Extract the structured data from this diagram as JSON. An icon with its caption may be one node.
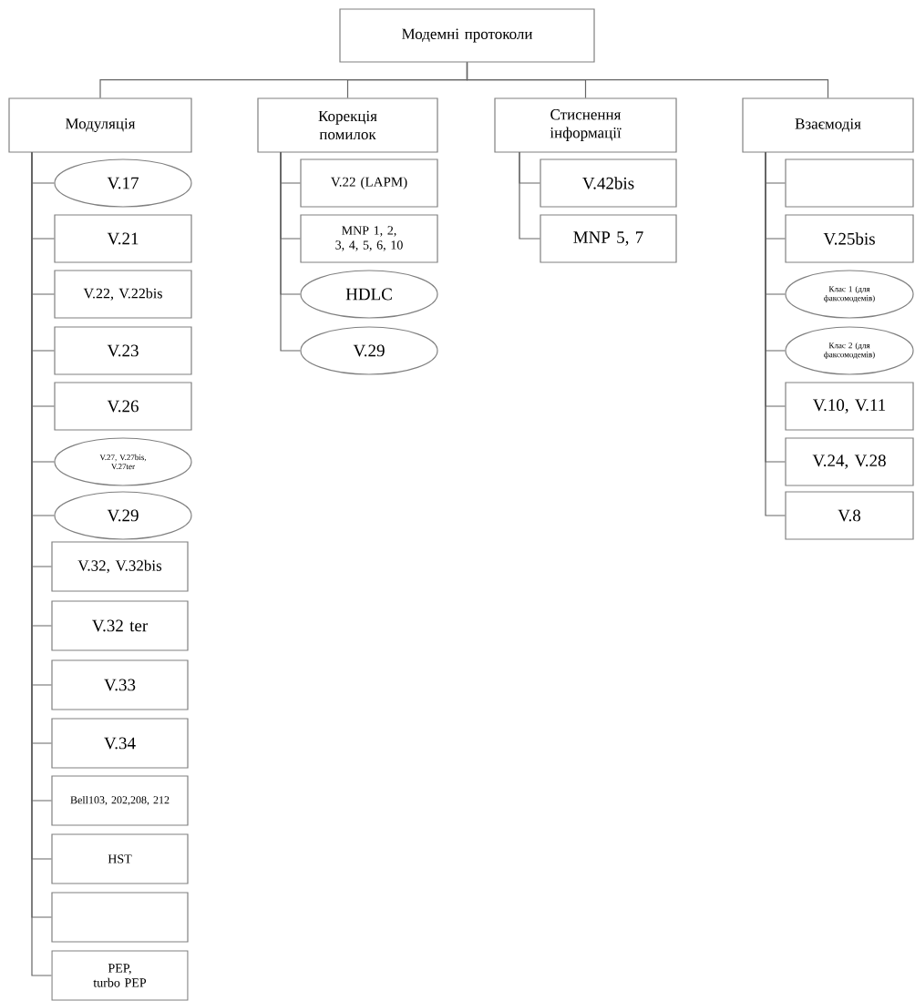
{
  "diagram": {
    "nodes": [
      {
        "text": [
          "Модемні протоколи"
        ]
      },
      {
        "text": [
          "Модуляція"
        ]
      },
      {
        "text": [
          "Корекція помилок"
        ]
      },
      {
        "text": [
          "Стиснення інформації"
        ]
      },
      {
        "text": [
          "Взаємодія"
        ]
      },
      {
        "text": [
          "V.17"
        ]
      },
      {
        "text": [
          "V.21"
        ]
      },
      {
        "text": [
          "V.22, V.22bis"
        ]
      },
      {
        "text": [
          "V.23"
        ]
      },
      {
        "text": [
          "V.26"
        ]
      },
      {
        "text": [
          "V.27, V.27bis, V.27ter"
        ]
      },
      {
        "text": [
          "V.29"
        ]
      },
      {
        "text": [
          "V.32, V.32bis"
        ]
      },
      {
        "text": [
          "V.32 ter"
        ]
      },
      {
        "text": [
          "V.33"
        ]
      },
      {
        "text": [
          "V.34"
        ]
      },
      {
        "text": [
          "Bell103, 202,208, 212"
        ]
      },
      {
        "text": [
          "HST"
        ]
      },
      {
        "text": [],
        "shape": "box"
      },
      {
        "text": [
          "PEP, turbo PEP"
        ]
      },
      {
        "text": [
          "V.22 (LAPM)"
        ]
      },
      {
        "text": [
          "MNP 1, 2, 3, 4, 5, 6, 10"
        ]
      },
      {
        "text": [
          "HDLC"
        ]
      },
      {
        "text": [
          "V.29"
        ]
      },
      {
        "text": [
          "V.42bis"
        ]
      },
      {
        "text": [
          "MNP 5, 7"
        ]
      },
      {
        "text": [],
        "shape": "box"
      },
      {
        "text": [
          "V.25bis"
        ]
      },
      {
        "text": [
          "Клас 1 (для факсомодемів)"
        ]
      },
      {
        "text": [
          "Клас 2 (для факсомодемів)"
        ]
      },
      {
        "text": [
          "V.10, V.11"
        ]
      },
      {
        "text": [
          "V.24, V.28"
        ]
      },
      {
        "text": [
          "V.8"
        ]
      }
    ],
    "edges": [
      {
        "from": 0,
        "to": 1,
        "arrow": "none"
      },
      {
        "from": 0,
        "to": 2,
        "arrow": "none"
      },
      {
        "from": 0,
        "to": 3,
        "arrow": "none"
      },
      {
        "from": 0,
        "to": 4,
        "arrow": "none"
      },
      {
        "from": 1,
        "to": 5,
        "arrow": "none"
      },
      {
        "from": 1,
        "to": 6,
        "arrow": "none"
      },
      {
        "from": 1,
        "to": 7,
        "arrow": "none"
      },
      {
        "from": 1,
        "to": 8,
        "arrow": "none"
      },
      {
        "from": 1,
        "to": 9,
        "arrow": "none"
      },
      {
        "from": 1,
        "to": 10,
        "arrow": "none"
      },
      {
        "from": 1,
        "to": 11,
        "arrow": "none"
      },
      {
        "from": 1,
        "to": 12,
        "arrow": "none"
      },
      {
        "from": 1,
        "to": 13,
        "arrow": "none"
      },
      {
        "from": 1,
        "to": 14,
        "arrow": "none"
      },
      {
        "from": 1,
        "to": 15,
        "arrow": "none"
      },
      {
        "from": 1,
        "to": 16,
        "arrow": "none"
      },
      {
        "from": 1,
        "to": 17,
        "arrow": "none"
      },
      {
        "from": 1,
        "to": 18,
        "arrow": "none"
      },
      {
        "from": 1,
        "to": 19,
        "arrow": "none"
      },
      {
        "from": 2,
        "to": 20,
        "arrow": "none"
      },
      {
        "from": 2,
        "to": 21,
        "arrow": "none"
      },
      {
        "from": 2,
        "to": 22,
        "arrow": "none"
      },
      {
        "from": 2,
        "to": 23,
        "arrow": "none"
      },
      {
        "from": 3,
        "to": 24,
        "arrow": "none"
      },
      {
        "from": 3,
        "to": 25,
        "arrow": "none"
      },
      {
        "from": 4,
        "to": 26,
        "arrow": "none"
      },
      {
        "from": 4,
        "to": 27,
        "arrow": "none"
      },
      {
        "from": 4,
        "to": 28,
        "arrow": "none"
      },
      {
        "from": 4,
        "to": 29,
        "arrow": "none"
      },
      {
        "from": 4,
        "to": 30,
        "arrow": "none"
      },
      {
        "from": 4,
        "to": 31,
        "arrow": "none"
      },
      {
        "from": 4,
        "to": 32,
        "arrow": "none"
      }
    ]
  }
}
